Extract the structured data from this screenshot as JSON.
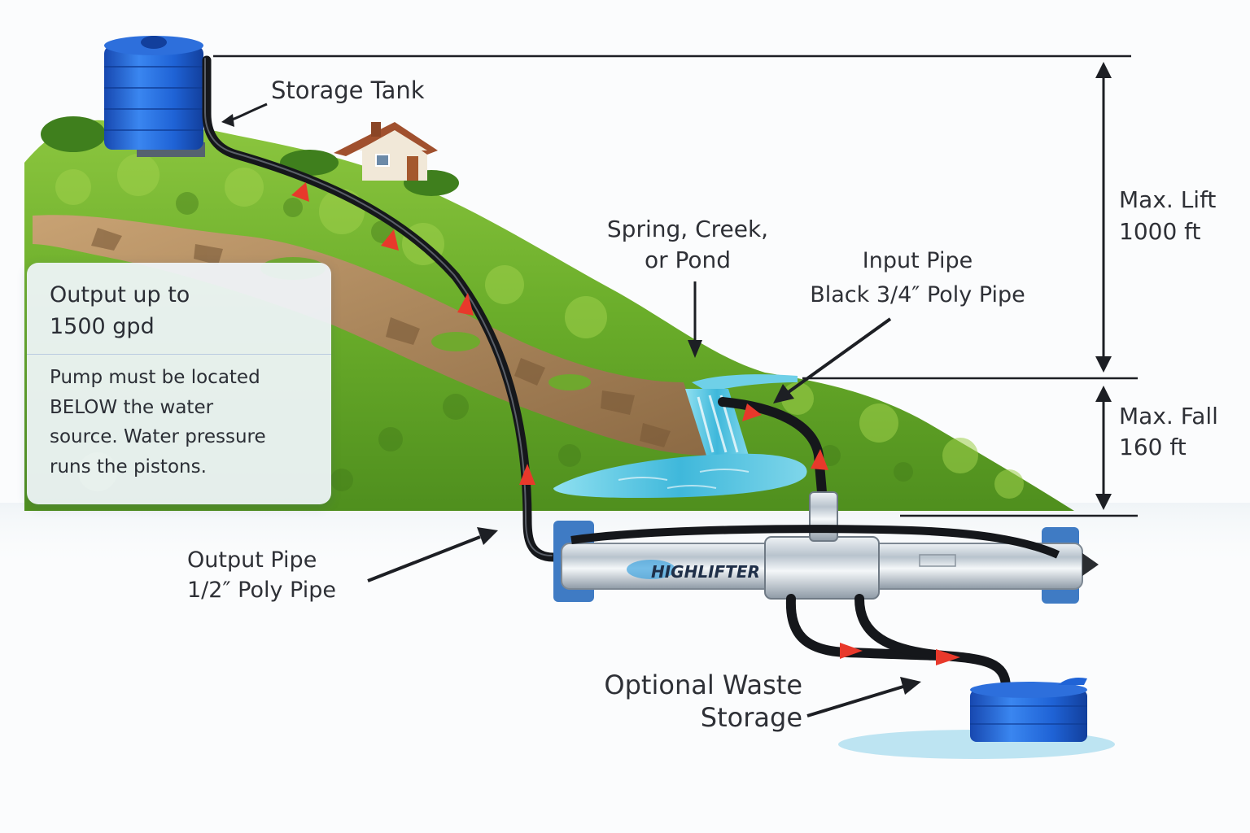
{
  "labels": {
    "storage_tank": "Storage Tank",
    "source_line1": "Spring, Creek,",
    "source_line2": "or Pond",
    "input_pipe_line1": "Input Pipe",
    "input_pipe_line2": "Black 3/4″ Poly Pipe",
    "max_lift_line1": "Max. Lift",
    "max_lift_line2": "1000 ft",
    "max_fall_line1": "Max. Fall",
    "max_fall_line2": "160 ft",
    "output_pipe_line1": "Output Pipe",
    "output_pipe_line2": "1/2″ Poly Pipe",
    "waste_line1": "Optional Waste",
    "waste_line2": "Storage"
  },
  "info_card": {
    "headline_line1": "Output up to",
    "headline_line2": "1500 gpd",
    "body_line1": "Pump must be located",
    "body_line2": "BELOW the water",
    "body_line3": "source. Water pressure",
    "body_line4": "runs the pistons."
  },
  "pump_brand": "HIGHLIFTER",
  "colors": {
    "pipe": "#15171b",
    "flow_arrow": "#e8392b",
    "tank_blue": "#1f63d6",
    "hill_green": "#6fb52e",
    "water": "#4fc3e0",
    "rock": "#b08a5c",
    "pump_metal": "#c9d2da"
  },
  "icons": [
    "storage-tank-icon",
    "house-icon",
    "waterfall-icon",
    "pump-icon",
    "waste-tank-icon",
    "flow-arrow-icon"
  ]
}
